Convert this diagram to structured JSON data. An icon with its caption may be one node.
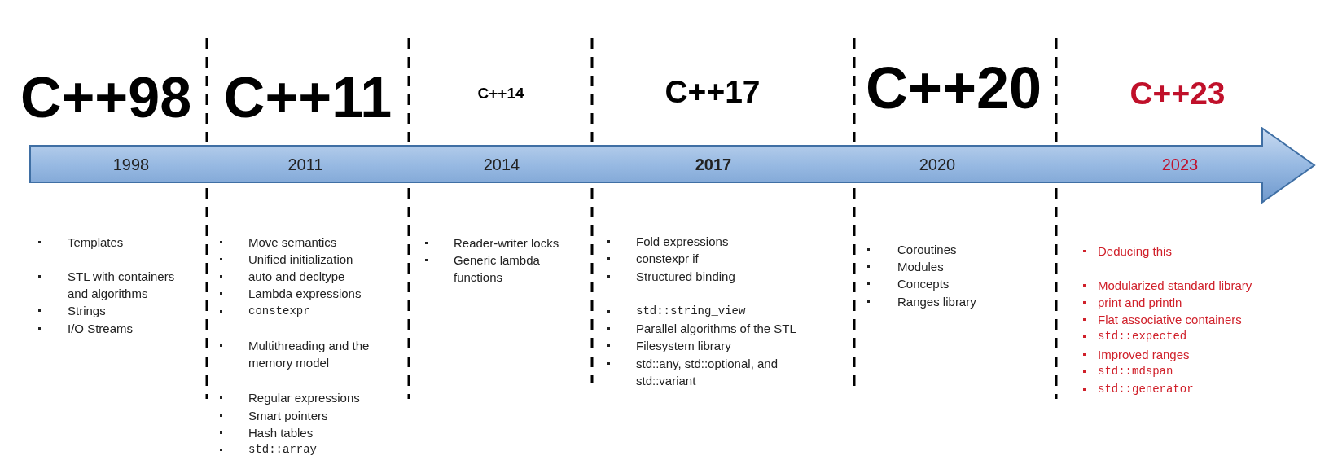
{
  "diagram": {
    "nodes": [
      {
        "text": [
          "1998",
          "2011",
          "2014",
          "2017",
          "2020",
          "2023"
        ]
      }
    ],
    "edges": [],
    "labels": [
      "C++98",
      "C++11",
      "C++14",
      "C++17",
      "C++20",
      "C++23",
      "Templates",
      "STL with containers and algorithms",
      "Strings",
      "I/O Streams",
      "Move semantics",
      "Unified initialization",
      "auto and decltype",
      "Lambda expressions",
      "constexpr",
      "Multithreading and the memory model",
      "Regular expressions",
      "Smart pointers",
      "Hash tables",
      "std::array",
      "Reader-writer locks",
      "Generic lambda functions",
      "Fold expressions",
      "constexpr if",
      "Structured binding",
      "std::string_view",
      "Parallel algorithms of the STL",
      "Filesystem library",
      "std::any, std::optional, and std::variant",
      "Coroutines",
      "Modules",
      "Concepts",
      "Ranges library",
      "Deducing this",
      "Modularized standard library",
      "print and println",
      "Flat associative containers",
      "std::expected",
      "Improved ranges",
      "std::mdspan",
      "std::generator"
    ]
  }
}
